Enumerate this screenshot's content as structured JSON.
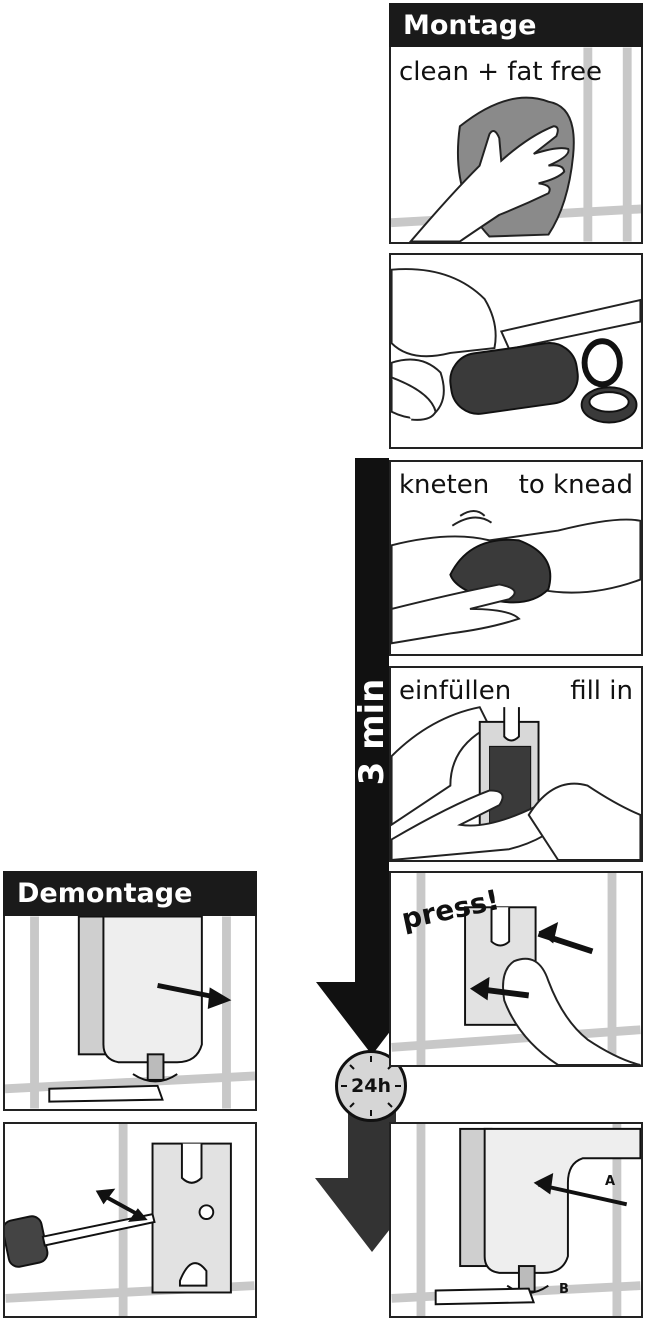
{
  "montage": {
    "title": "Montage",
    "step1_caption": "clean + fat free",
    "step3_left": "kneten",
    "step3_right": "to knead",
    "step4_left": "einfüllen",
    "step4_right": "fill in",
    "step5_label": "press!",
    "step6_label_a": "A",
    "step6_label_b": "B"
  },
  "timing": {
    "working_time": "3 min",
    "cure_time": "24h"
  },
  "demontage": {
    "title": "Demontage"
  }
}
